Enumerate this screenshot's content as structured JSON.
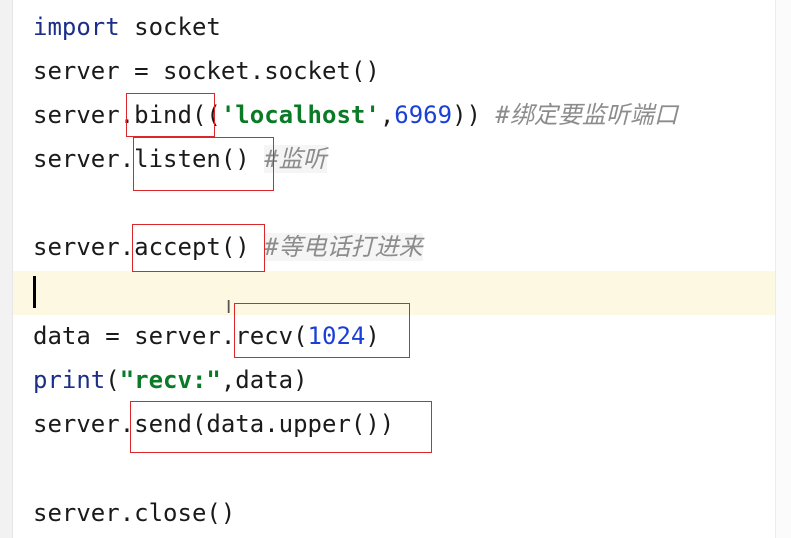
{
  "code": {
    "line1": {
      "kw": "import",
      "rest": " socket"
    },
    "line2": {
      "text": "server = socket.socket()"
    },
    "line3": {
      "prefix": "server",
      "call": ".bind(",
      "open_tuple": "(",
      "string": "'localhost'",
      "comma": ",",
      "port": "6969",
      "close": "))",
      "comment": "#绑定要监听端口"
    },
    "line4": {
      "prefix": "server.",
      "call": "listen()",
      "comment": "#监听"
    },
    "line5": {
      "prefix": "server.",
      "call": "accept()",
      "comment": "#等电话打进来"
    },
    "line6": {
      "lhs": "data = server",
      "call_name": ".recv(",
      "number": "1024",
      "close": ")"
    },
    "line7": {
      "kw": "print",
      "open": "(",
      "string": "\"recv:\"",
      "rest": ",data)"
    },
    "line8": {
      "prefix": "server.",
      "call": "send(data.upper())"
    },
    "line9": {
      "text": "server.close()"
    }
  },
  "colors": {
    "keyword": "#1b2f8a",
    "string": "#0b7a26",
    "number": "#1a3fd8",
    "comment": "#8c8c8c",
    "highlight_box": "#d9272a",
    "current_line": "#fdf8e2"
  },
  "icons": {
    "mouse_cursor": "i-beam-cursor-icon"
  }
}
